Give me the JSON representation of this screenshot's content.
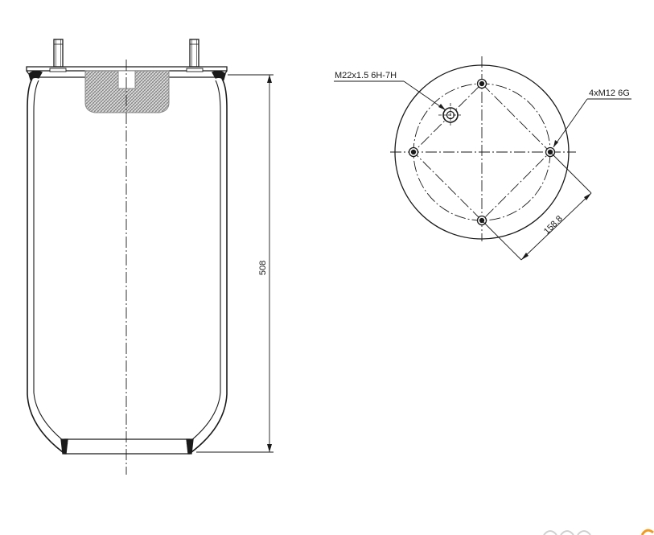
{
  "drawing": {
    "dimension_height": "508",
    "inlet_thread": "M22x1.5 6H-7H",
    "bolt_thread": "4xM12 6G",
    "bolt_circle_dim": "158.8"
  },
  "colors": {
    "line": "#1a1a1a",
    "hatch": "#9a9a9a",
    "orange_mark": "#f29a1e"
  }
}
